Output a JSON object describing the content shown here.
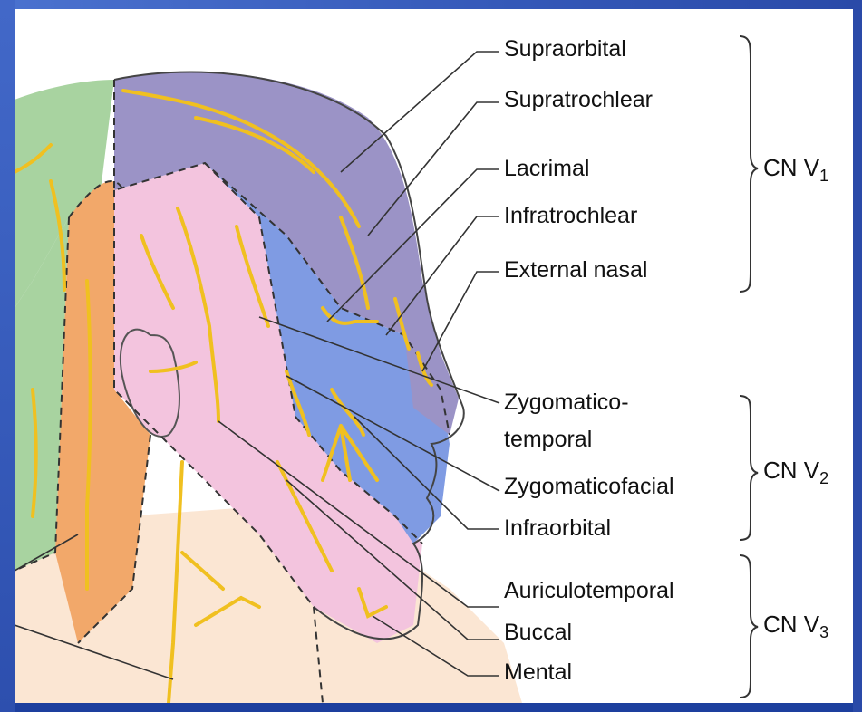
{
  "nerve_labels": {
    "supraorbital": "Supraorbital",
    "supratrochlear": "Supratrochlear",
    "lacrimal": "Lacrimal",
    "infratrochlear": "Infratrochlear",
    "external_nasal": "External nasal",
    "zygomaticotemporal_line1": "Zygomatico-",
    "zygomaticotemporal_line2": "temporal",
    "zygomaticofacial": "Zygomaticofacial",
    "infraorbital": "Infraorbital",
    "auriculotemporal": "Auriculotemporal",
    "buccal": "Buccal",
    "mental": "Mental"
  },
  "groups": {
    "v1": {
      "prefix": "CN V",
      "subscript": "1"
    },
    "v2": {
      "prefix": "CN V",
      "subscript": "2"
    },
    "v3": {
      "prefix": "CN V",
      "subscript": "3"
    }
  },
  "colors": {
    "background_frame": "#1d3f9e",
    "region_v1": "#9b93c6",
    "region_v2": "#7f9be3",
    "region_v3": "#f3c4de",
    "region_cervical": "#f2a86a",
    "region_occipital": "#a8d3a0",
    "region_neck": "#fbe6d3",
    "nerve": "#f0c020"
  }
}
